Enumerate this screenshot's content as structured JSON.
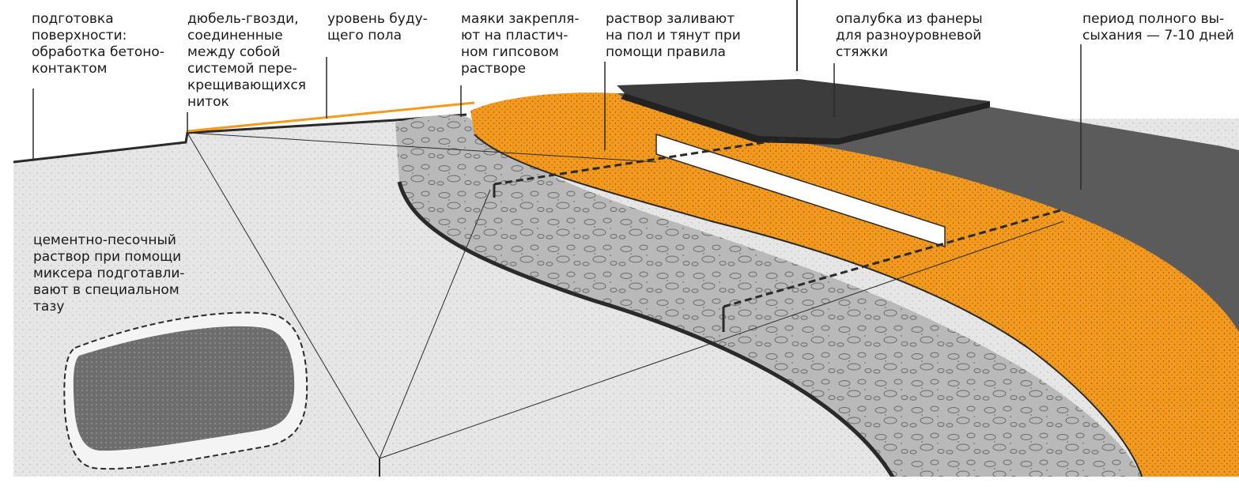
{
  "labels": {
    "surface_prep": "подготовка\nповерхности:\nобработка бетоно-\nконтактом",
    "dowels": "дюбель-гвозди,\nсоединенные\nмежду собой\nсистемой пере-\nкрещивающихся\nниток",
    "future_level": "уровень буду-\nщего пола",
    "beacons": "маяки закрепля-\nют на пластич-\nном гипсовом\nрастворе",
    "pour": "раствор заливают\nна пол и тянут при\nпомощи правила",
    "formwork": "опалубка из фанеры\nдля разноуровневой\nстяжки",
    "drying": "период полного вы-\nсыхания — 7-10 дней",
    "mixing": "цементно-песочный\nраствор при помощи\nмиксера подготавли-\nвают в специальном\nтазу"
  },
  "colors": {
    "orange": "#F39A1E",
    "concrete_light": "#E6E6E6",
    "gravel_gray": "#B7B7B7",
    "dark_slab": "#5A5A5A",
    "plywood_top": "#3C3C3C",
    "line": "#2a2a2a"
  },
  "icons": {
    "basin": "mixing-basin-icon",
    "beacon": "beacon-rail-icon",
    "plywood": "plywood-formwork-icon"
  }
}
